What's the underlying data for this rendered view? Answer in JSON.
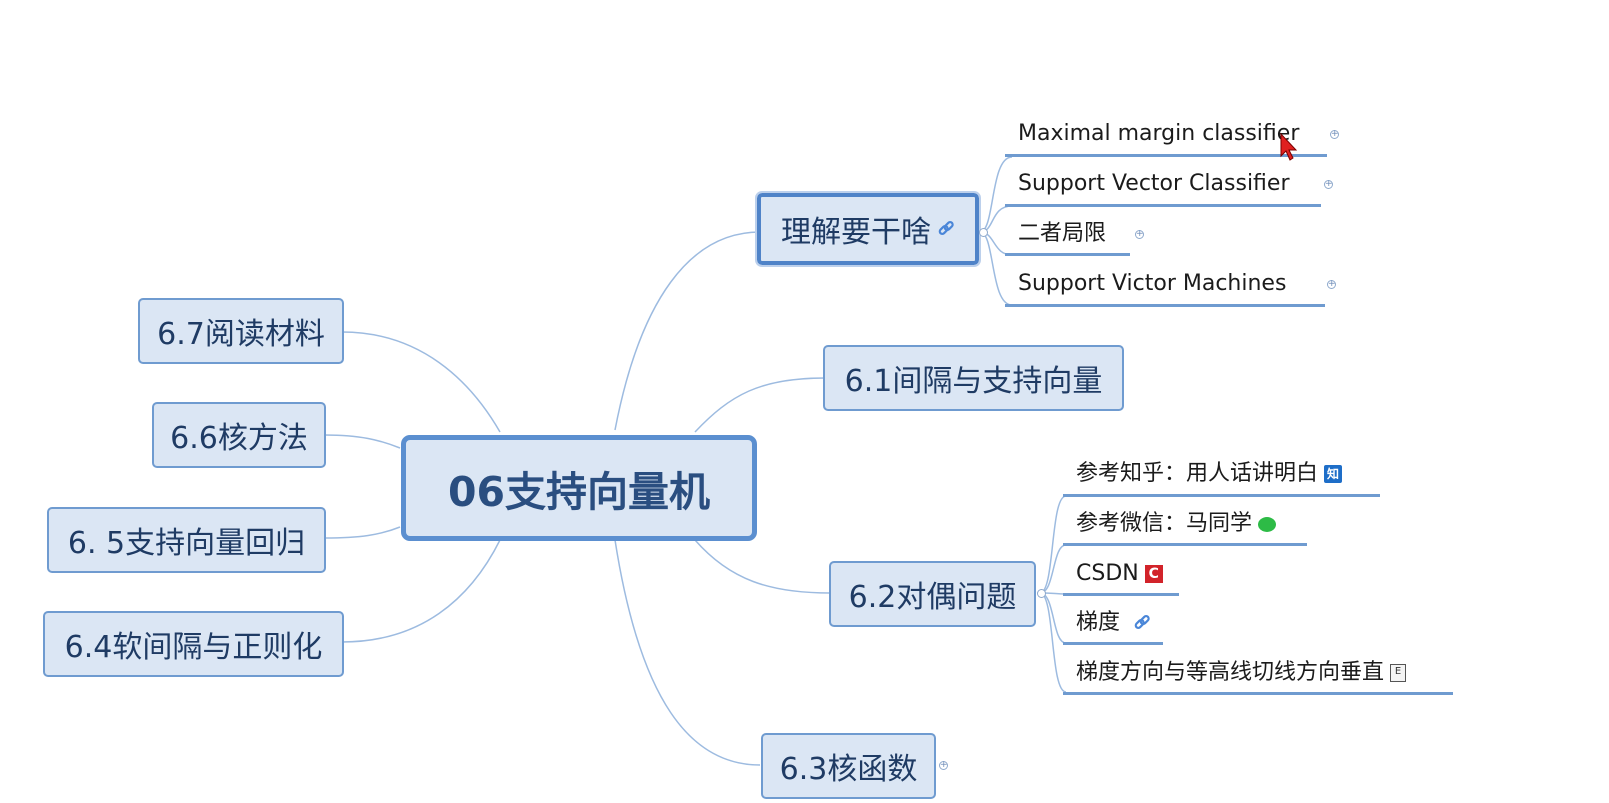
{
  "root": {
    "label": "06支持向量机"
  },
  "branches": {
    "understand": {
      "label": "理解要干啥",
      "icon": "link-icon"
    },
    "b61": {
      "label": "6.1间隔与支持向量"
    },
    "b62": {
      "label": "6.2对偶问题"
    },
    "b63": {
      "label": "6.3核函数"
    },
    "b64": {
      "label": "6.4软间隔与正则化"
    },
    "b65": {
      "label": "6. 5支持向量回归"
    },
    "b66": {
      "label": "6.6核方法"
    },
    "b67": {
      "label": "6.7阅读材料"
    }
  },
  "understand_children": [
    {
      "label": "Maximal margin classifier"
    },
    {
      "label": "Support Vector Classifier"
    },
    {
      "label": "二者局限"
    },
    {
      "label": "Support Victor Machines"
    }
  ],
  "dual_children": [
    {
      "label": "参考知乎：用人话讲明白",
      "icon": "zhihu-icon",
      "icon_text": "知"
    },
    {
      "label": "参考微信：马同学",
      "icon": "wechat-icon"
    },
    {
      "label": "CSDN",
      "icon": "csdn-icon",
      "icon_text": "C"
    },
    {
      "label": "梯度",
      "icon": "link-icon"
    },
    {
      "label": "梯度方向与等高线切线方向垂直",
      "icon": "document-icon",
      "icon_text": "E"
    }
  ],
  "colors": {
    "node_fill": "#dbe6f4",
    "node_border": "#6f9bd0",
    "connector": "#9dbbe0",
    "text": "#1f3b64"
  }
}
